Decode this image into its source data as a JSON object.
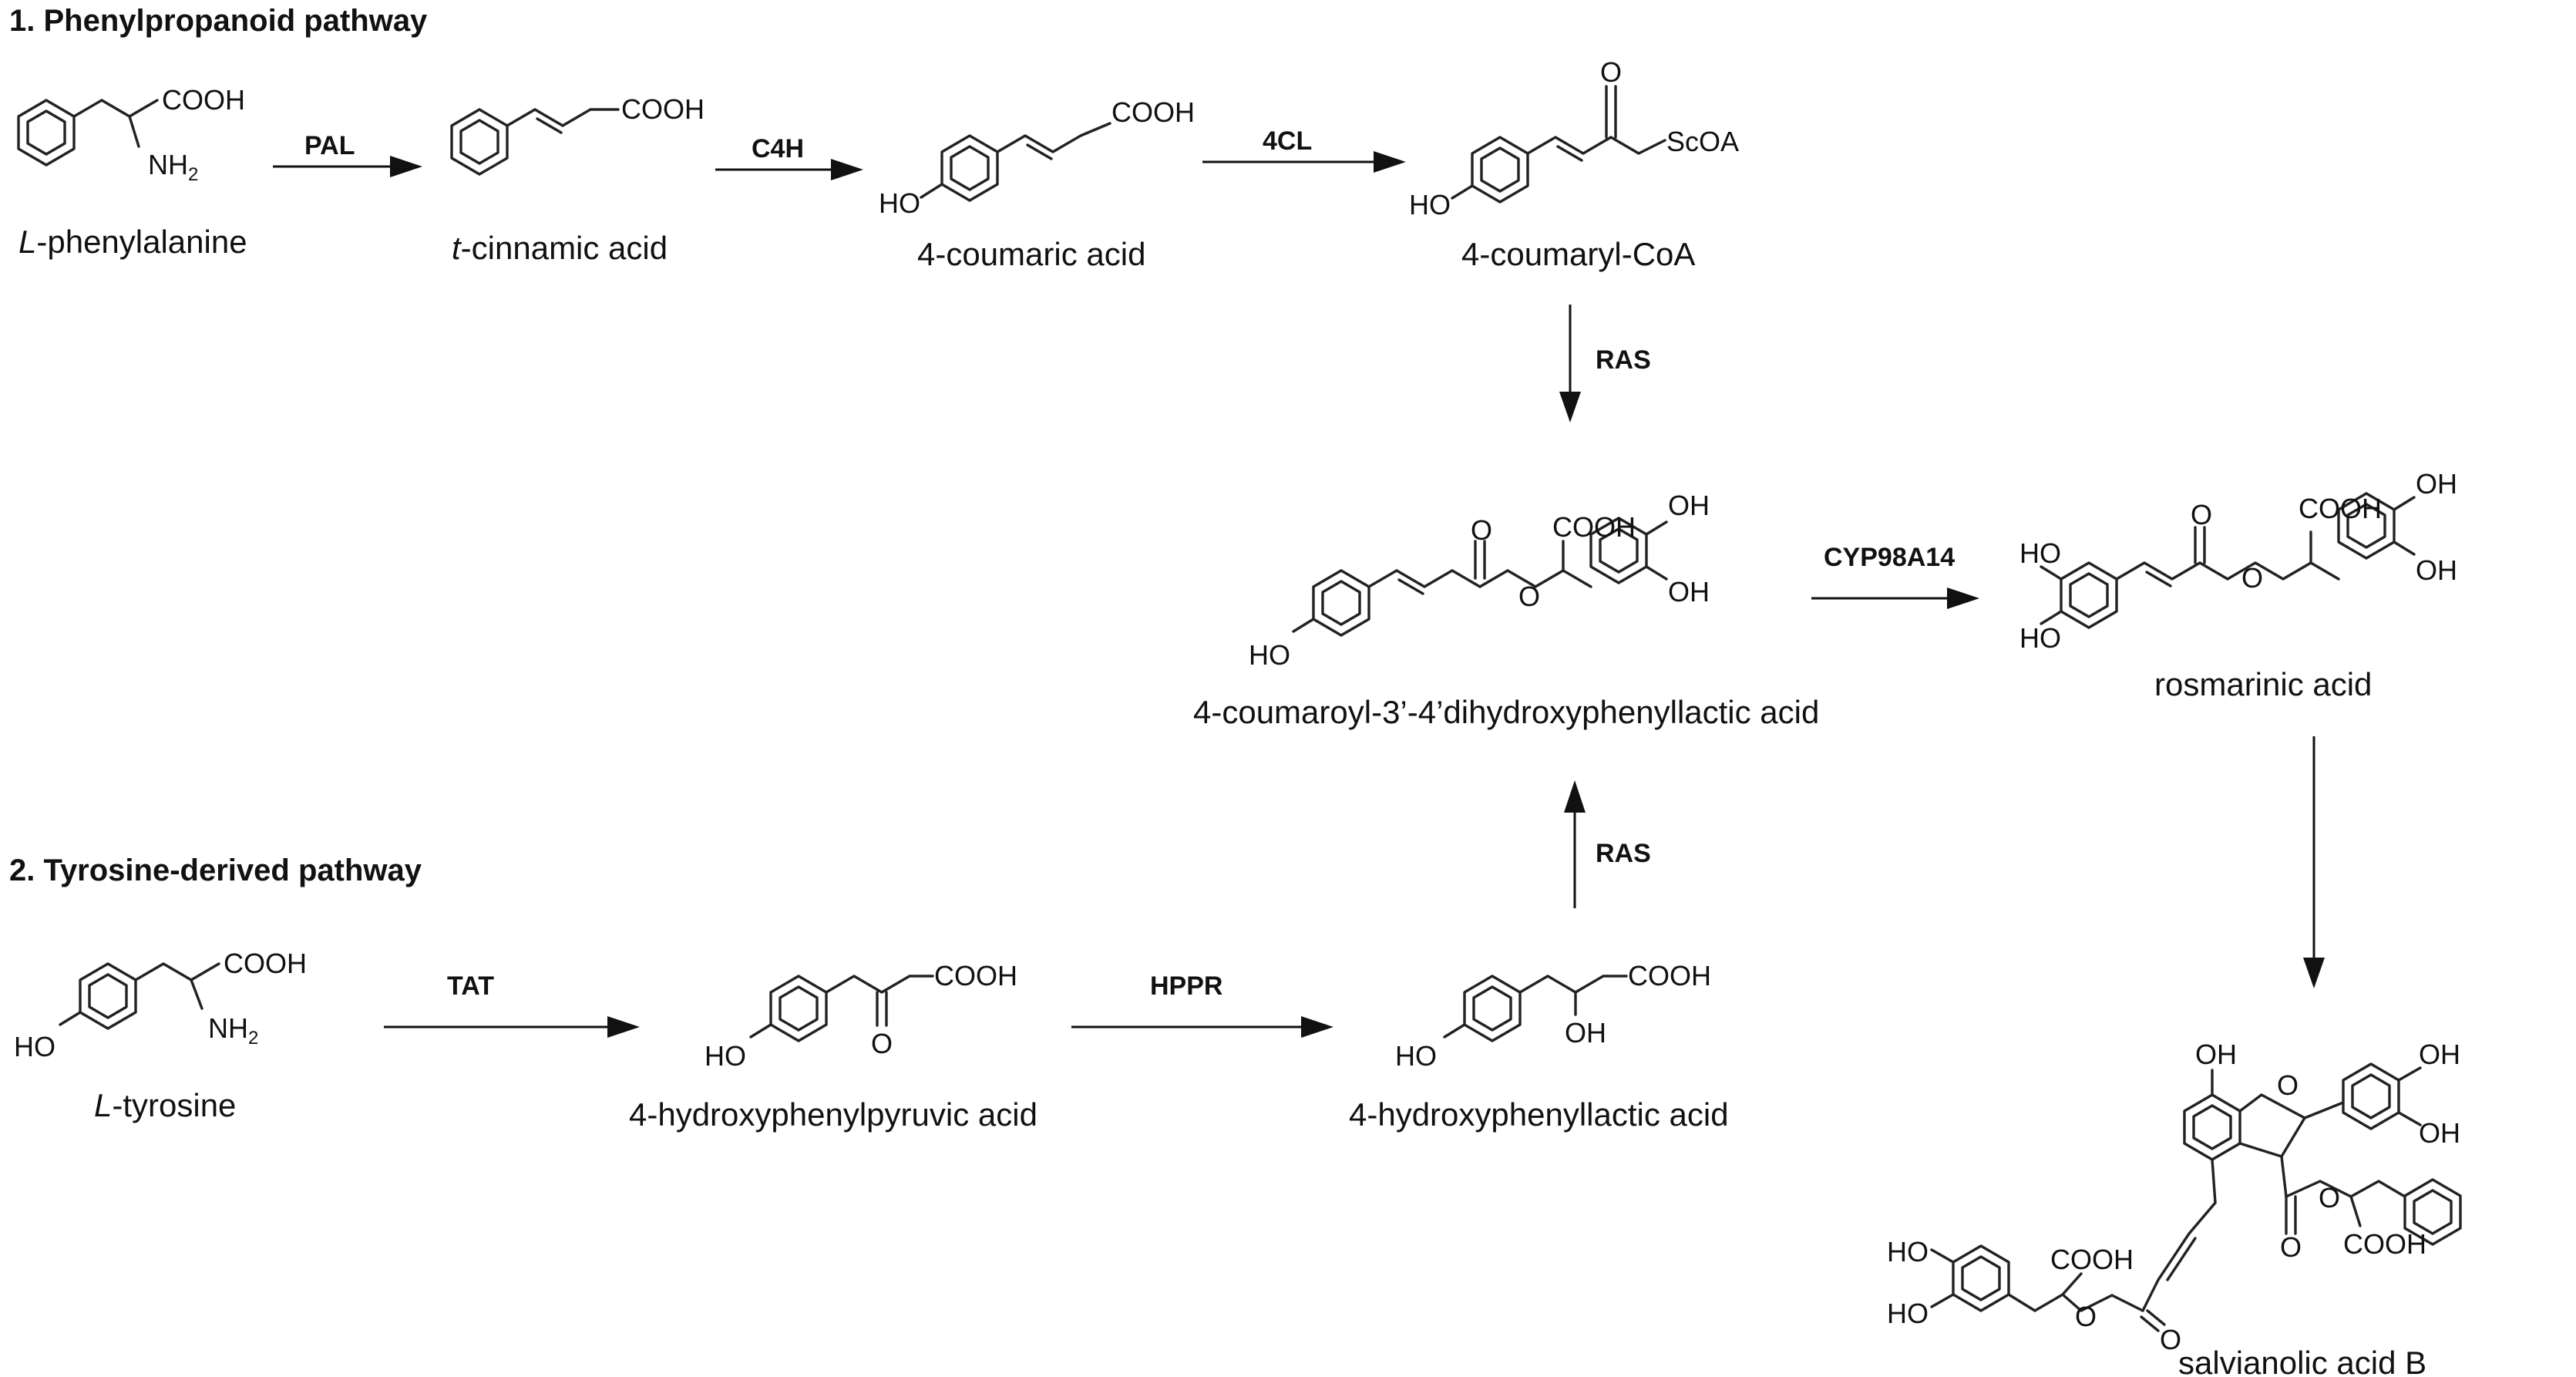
{
  "sections": {
    "phenylpropanoid": "1. Phenylpropanoid pathway",
    "tyrosine": "2. Tyrosine-derived pathway"
  },
  "enzymes": {
    "pal": "PAL",
    "c4h": "C4H",
    "c4cl": "4CL",
    "ras_top": "RAS",
    "ras_bottom": "RAS",
    "cyp": "CYP98A14",
    "tat": "TAT",
    "hppr": "HPPR"
  },
  "compounds": {
    "phe_prefix": "L",
    "phe_rest": "-phenylalanine",
    "cin_prefix": "t",
    "cin_rest": "-cinnamic acid",
    "coumaric": "4-coumaric acid",
    "coumaryl_coa": "4-coumaryl-CoA",
    "intermediate": "4-coumaroyl-3’-4’dihydroxyphenyllactic acid",
    "rosmarinic": "rosmarinic acid",
    "tyr_prefix": "L",
    "tyr_rest": "-tyrosine",
    "hpp_acid": "4-hydroxyphenylpyruvic acid",
    "hpl_acid": "4-hydroxyphenyllactic acid",
    "salvianolic": "salvianolic acid B"
  },
  "atoms": {
    "cooh": "COOH",
    "nh2": "NH",
    "nh2_sub": "2",
    "oh": "OH",
    "ho": "HO",
    "o": "O",
    "scoa": "ScOA"
  }
}
